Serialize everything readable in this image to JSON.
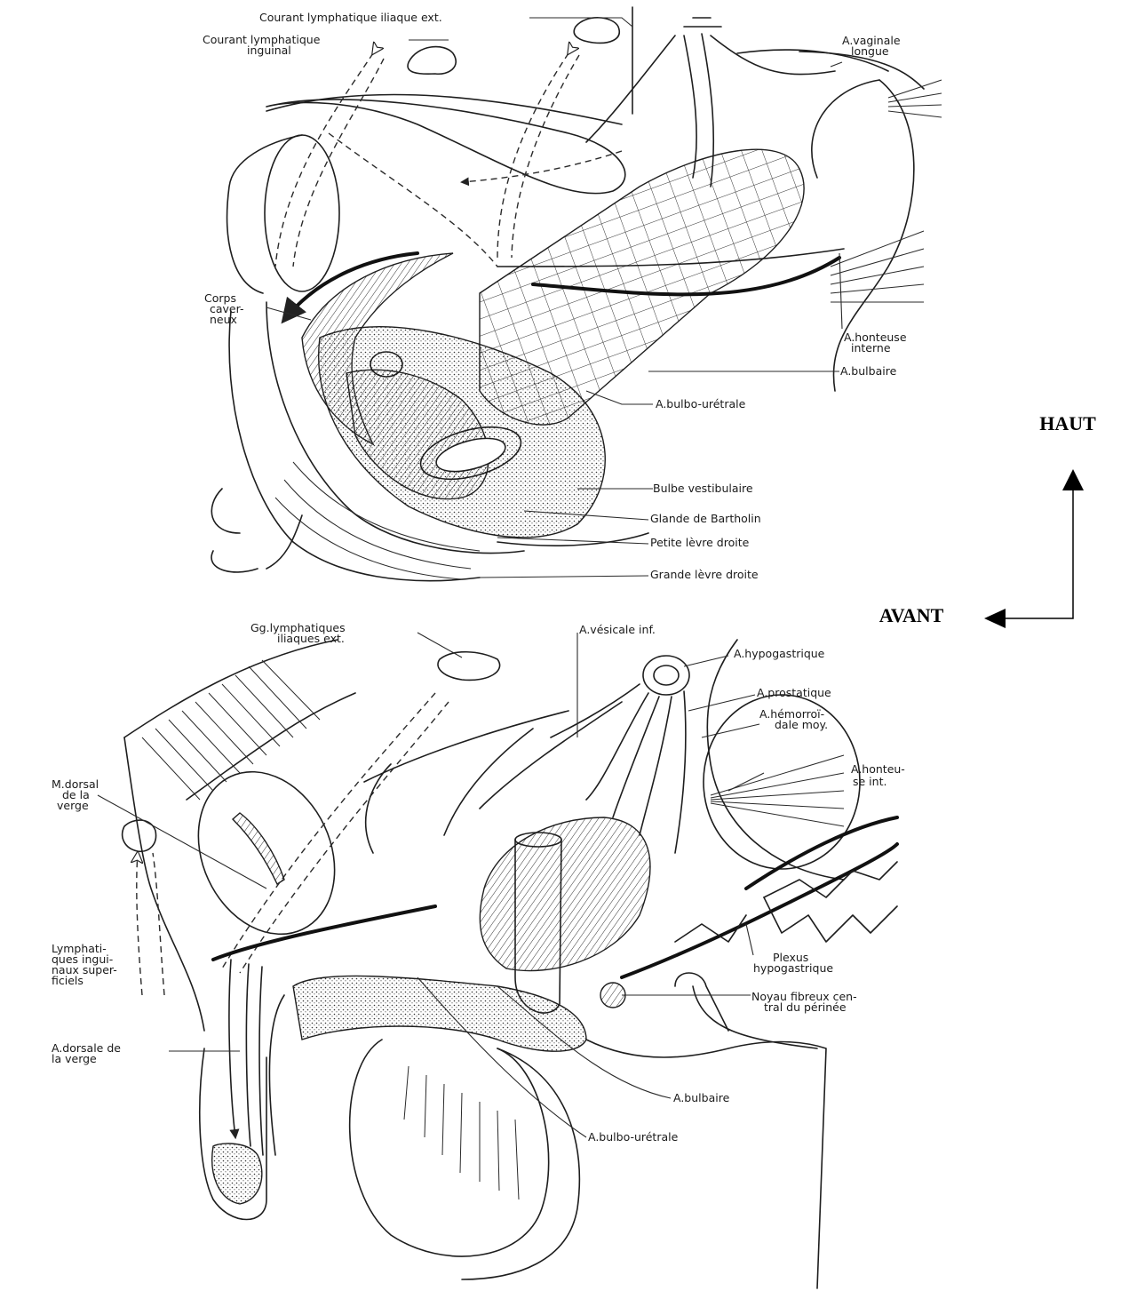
{
  "top_figure": {
    "labels": {
      "courant_iliaque": "Courant lymphatique iliaque ext.",
      "courant_inguinal_1": "Courant lymphatique",
      "courant_inguinal_2": "inguinal",
      "vaginale_1": "A.vaginale",
      "vaginale_2": "longue",
      "corps_1": "Corps",
      "corps_2": "caver-",
      "corps_3": "neux",
      "honteuse_1": "A.honteuse",
      "honteuse_2": "interne",
      "bulbaire": "A.bulbaire",
      "bulbo_uretrale": "A.bulbo-urétrale",
      "bulbe_vestibulaire": "Bulbe vestibulaire",
      "glande_bartholin": "Glande de Bartholin",
      "petite_levre": "Petite lèvre droite",
      "grande_levre": "Grande lèvre droite"
    }
  },
  "bottom_figure": {
    "labels": {
      "gg_1": "Gg.lymphatiques",
      "gg_2": "iliaques ext.",
      "vesicale": "A.vésicale inf.",
      "hypogastrique": "A.hypogastrique",
      "prostatique": "A.prostatique",
      "hemorroidale_1": "A.hémorroï-",
      "hemorroidale_2": "dale moy.",
      "honteuse_1": "A.honteu-",
      "honteuse_2": "se int.",
      "dorsal_1": "M.dorsal",
      "dorsal_2": "de la",
      "dorsal_3": "verge",
      "lymph_1": "Lymphati-",
      "lymph_2": "ques ingui-",
      "lymph_3": "naux super-",
      "lymph_4": "ficiels",
      "plexus_1": "Plexus",
      "plexus_2": "hypogastrique",
      "noyau_1": "Noyau fibreux cen-",
      "noyau_2": "tral du périnée",
      "adorsale_1": "A.dorsale de",
      "adorsale_2": "la verge",
      "bulbaire": "A.bulbaire",
      "bulbo_uretrale": "A.bulbo-urétrale"
    }
  },
  "orientation": {
    "up": "HAUT",
    "front": "AVANT"
  }
}
